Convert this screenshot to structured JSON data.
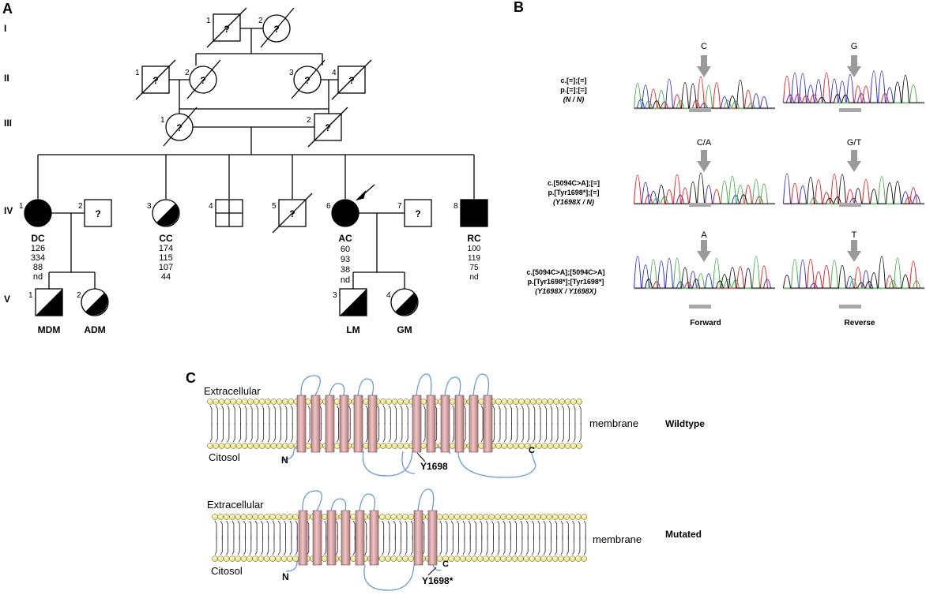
{
  "panels": {
    "a": "A",
    "b": "B",
    "c": "C"
  },
  "pedigree": {
    "generations": [
      "I",
      "II",
      "III",
      "IV",
      "V"
    ],
    "unknown_mark": "?",
    "gen1": {
      "n1": "1",
      "n2": "2"
    },
    "gen2": {
      "n1": "1",
      "n2": "2",
      "n3": "3",
      "n4": "4"
    },
    "gen3": {
      "n1": "1",
      "n2": "2"
    },
    "gen4": {
      "n1": "1",
      "n2": "2",
      "n3": "3",
      "n4": "4",
      "n5": "5",
      "n6": "6",
      "n7": "7",
      "n8": "8"
    },
    "gen5": {
      "n1": "1",
      "n2": "2",
      "n3": "3",
      "n4": "4"
    },
    "DC": {
      "name": "DC",
      "values": [
        "126",
        "334",
        "88",
        "nd"
      ]
    },
    "CC": {
      "name": "CC",
      "values": [
        "174",
        "115",
        "107",
        "44"
      ]
    },
    "AC": {
      "name": "AC",
      "values": [
        "60",
        "93",
        "38",
        "nd"
      ]
    },
    "RC": {
      "name": "RC",
      "values": [
        "100",
        "119",
        "75",
        "nd"
      ]
    },
    "children": [
      "MDM",
      "ADM",
      "LM",
      "GM"
    ]
  },
  "sequencing": {
    "rows": [
      {
        "c": "c.[=];[=]",
        "p": "p.[=];[=]",
        "g": "(N / N)",
        "fwd": "C",
        "rev": "G"
      },
      {
        "c": "c.[5094C>A];[=]",
        "p": "p.[Tyr1698*];[=]",
        "g": "(Y1698X / N)",
        "fwd": "C/A",
        "rev": "G/T"
      },
      {
        "c": "c.[5094C>A];[5094C>A]",
        "p": "p.[Tyr1698*];[Tyr1698*]",
        "g": "(Y1698X / Y1698X)",
        "fwd": "A",
        "rev": "T"
      }
    ],
    "forward_label": "Forward",
    "reverse_label": "Reverse",
    "colors": {
      "A": "#3cb043",
      "C": "#2b2bd8",
      "G": "#111111",
      "T": "#e8141b"
    }
  },
  "membrane": {
    "wild": {
      "extracellular": "Extracellular",
      "cytosol": "Citosol",
      "membrane": "membrane",
      "state": "Wildtype",
      "n_term": "N",
      "c_term": "C",
      "site": "Y1698"
    },
    "mut": {
      "extracellular": "Extracellular",
      "cytosol": "Citosol",
      "membrane": "membrane",
      "state": "Mutated",
      "n_term": "N",
      "c_term": "C",
      "site": "Y1698*"
    },
    "colors": {
      "lipid_head": "#f3ef8c",
      "helix": "#d9a6a6",
      "loop": "#6a9bd1"
    }
  }
}
